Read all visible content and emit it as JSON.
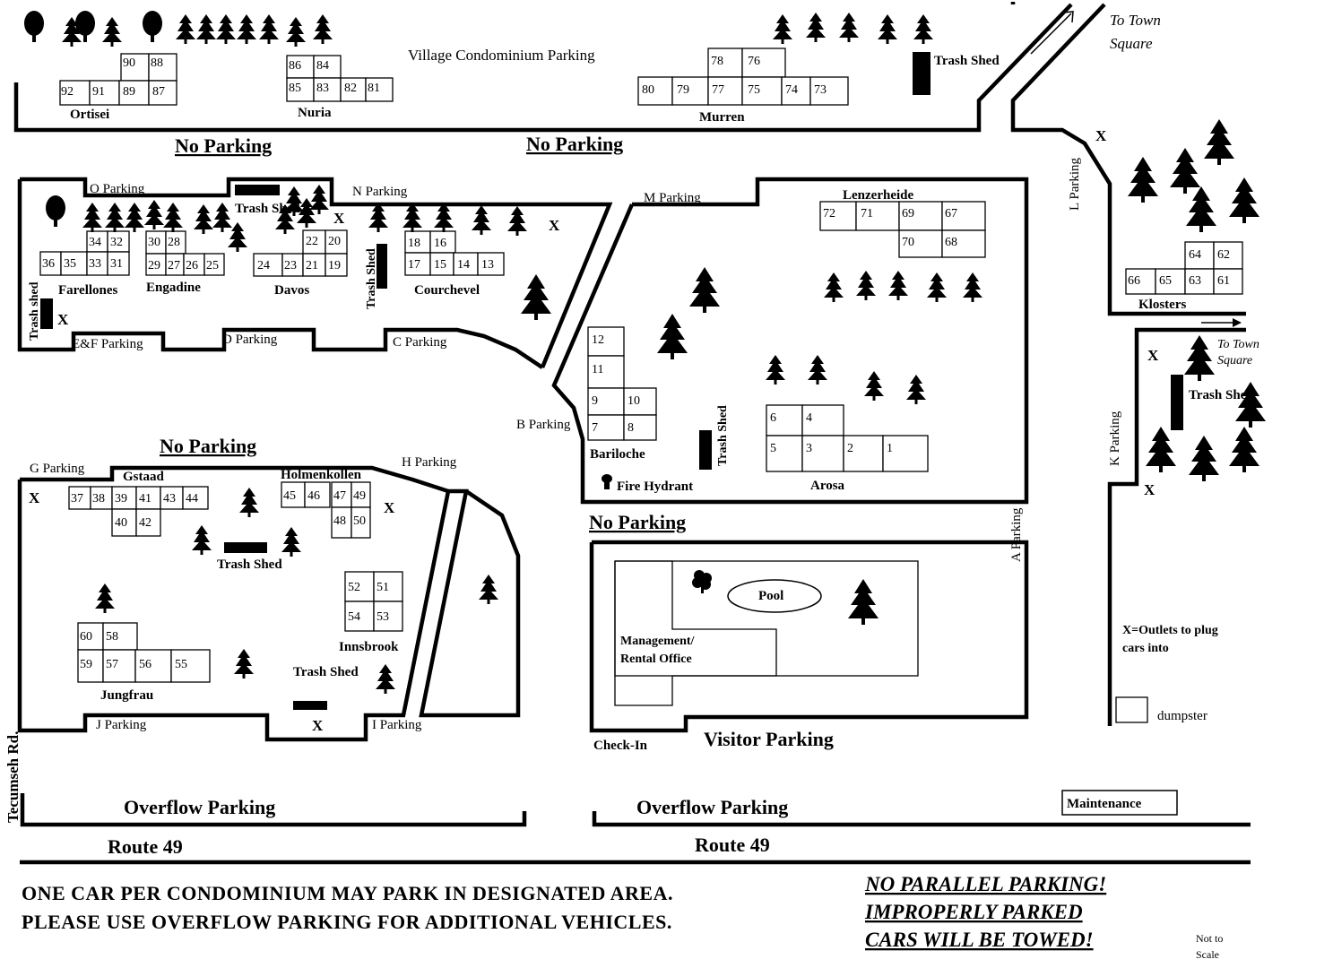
{
  "labels": {
    "village_parking": "Village Condominium Parking",
    "to_town_square_top": "To Town Square",
    "to_town_square_right": "To Town Square",
    "no_parking_1": "No Parking",
    "no_parking_2": "No Parking",
    "no_parking_3": "No Parking",
    "no_parking_4": "No Parking",
    "visitor_parking": "Visitor Parking",
    "overflow_parking_left": "Overflow Parking",
    "overflow_parking_right": "Overflow Parking",
    "route_left": "Route 49",
    "route_right": "Route 49",
    "tecumseh": "Tecumseh Rd.",
    "check_in": "Check-In",
    "maintenance": "Maintenance",
    "dumpster": "dumpster",
    "legend_x": "X=Outlets to plug cars into",
    "pool": "Pool",
    "office": "Management/ Rental Office",
    "fire_hydrant": "Fire Hydrant",
    "not_to_scale": "Not to Scale"
  },
  "parking_areas": {
    "O_top": "O Parking",
    "N": "N Parking",
    "M": "M Parking",
    "L": "L Parking",
    "EF": "E&F Parking",
    "D": "D Parking",
    "C": "C Parking",
    "B": "B Parking",
    "H": "H Parking",
    "G": "G Parking",
    "J": "J Parking",
    "I": "I Parking",
    "A": "A Parking",
    "K": "K Parking"
  },
  "trash": {
    "shed": "Trash Shed",
    "shed_lower": "Trash shed"
  },
  "buildings": {
    "ortisei": "Ortisei",
    "nuria": "Nuria",
    "murren": "Murren",
    "farellones": "Farellones",
    "engadine": "Engadine",
    "davos": "Davos",
    "courchevel": "Courchevel",
    "lenzerheide": "Lenzerheide",
    "klosters": "Klosters",
    "bariloche": "Bariloche",
    "arosa": "Arosa",
    "gstaad": "Gstaad",
    "holmenkollen": "Holmenkollen",
    "innsbrook": "Innsbrook",
    "jungfrau": "Jungfrau"
  },
  "notices": {
    "rule_line1": "ONE CAR PER CONDOMINIUM MAY PARK IN DESIGNATED AREA.",
    "rule_line2": "PLEASE USE OVERFLOW PARKING FOR ADDITIONAL VEHICLES.",
    "towed_line1": "NO PARALLEL PARKING!",
    "towed_line2": "IMPROPERLY PARKED",
    "towed_line3": "CARS WILL BE TOWED!"
  },
  "outlet_marker": "X",
  "units": {
    "ortisei": [
      "90",
      "88",
      "92",
      "91",
      "89",
      "87"
    ],
    "nuria": [
      "86",
      "84",
      "85",
      "83",
      "82",
      "81"
    ],
    "murren": [
      "78",
      "76",
      "80",
      "79",
      "77",
      "75",
      "74",
      "73"
    ],
    "farellones": [
      "34",
      "32",
      "36",
      "35",
      "33",
      "31"
    ],
    "engadine": [
      "30",
      "28",
      "29",
      "27",
      "26",
      "25"
    ],
    "davos": [
      "22",
      "20",
      "24",
      "23",
      "21",
      "19"
    ],
    "courchevel": [
      "18",
      "16",
      "17",
      "15",
      "14",
      "13"
    ],
    "lenzerheide": [
      "72",
      "71",
      "69",
      "67",
      "70",
      "68"
    ],
    "klosters": [
      "64",
      "62",
      "66",
      "65",
      "63",
      "61"
    ],
    "bariloche": [
      "12",
      "11",
      "9",
      "10",
      "7",
      "8"
    ],
    "arosa": [
      "6",
      "4",
      "5",
      "3",
      "2",
      "1"
    ],
    "gstaad": [
      "37",
      "38",
      "39",
      "41",
      "43",
      "44",
      "40",
      "42"
    ],
    "holmenkollen": [
      "45",
      "46",
      "47",
      "49",
      "48",
      "50"
    ],
    "innsbrook": [
      "52",
      "51",
      "54",
      "53"
    ],
    "jungfrau": [
      "60",
      "58",
      "59",
      "57",
      "56",
      "55"
    ]
  }
}
